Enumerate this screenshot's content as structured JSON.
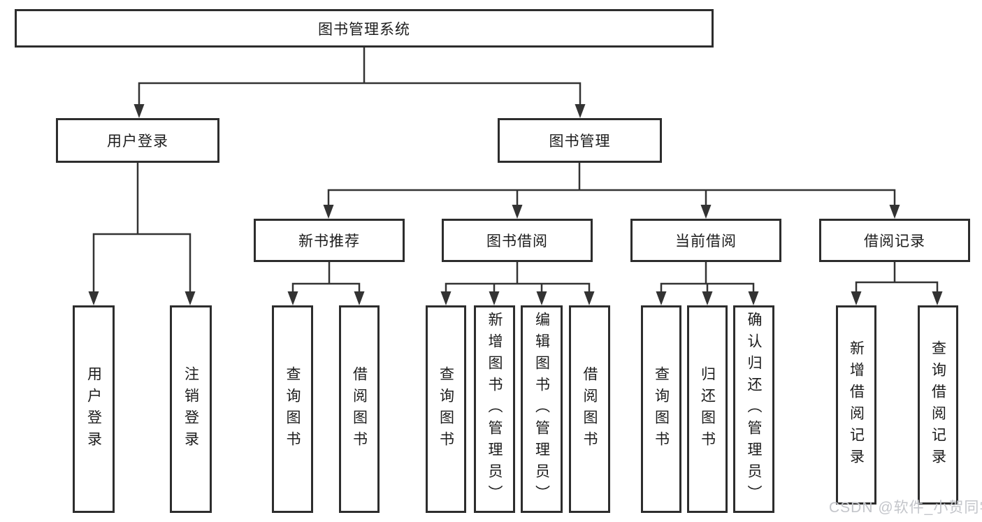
{
  "tree": {
    "root": "图书管理系统",
    "children": [
      {
        "label": "用户登录",
        "leaves": [
          "用户登录",
          "注销登录"
        ]
      },
      {
        "label": "图书管理",
        "children": [
          {
            "label": "新书推荐",
            "leaves": [
              "查询图书",
              "借阅图书"
            ]
          },
          {
            "label": "图书借阅",
            "leaves": [
              "查询图书",
              "新增图书（管理员）",
              "编辑图书（管理员）",
              "借阅图书"
            ]
          },
          {
            "label": "当前借阅",
            "leaves": [
              "查询图书",
              "归还图书",
              "确认归还（管理员）"
            ]
          },
          {
            "label": "借阅记录",
            "leaves": [
              "新增借阅记录",
              "查询借阅记录"
            ]
          }
        ]
      }
    ]
  },
  "watermark": {
    "text": "CSDN @软件_小贺同学"
  },
  "colors": {
    "line": "#333333",
    "border": "#2d2d2d",
    "text": "#1c1c1c",
    "watermark": "#c3c5ca",
    "background": "#ffffff"
  }
}
